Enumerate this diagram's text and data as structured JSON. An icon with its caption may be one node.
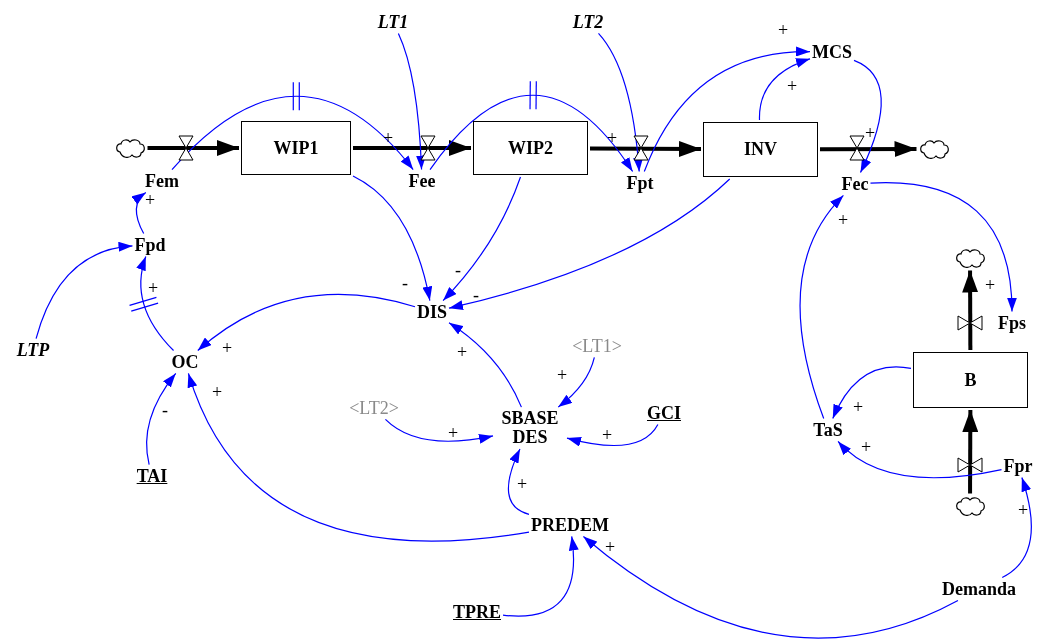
{
  "diagram": {
    "nodes": [
      {
        "text": [
          "WIP1"
        ]
      },
      {
        "text": [
          "WIP2"
        ]
      },
      {
        "text": [
          "INV"
        ]
      },
      {
        "text": [
          "B"
        ]
      },
      {
        "text": [
          "Fem"
        ]
      },
      {
        "text": [
          "Fee"
        ]
      },
      {
        "text": [
          "Fpt"
        ]
      },
      {
        "text": [
          "Fec"
        ]
      },
      {
        "text": [
          "Fps"
        ]
      },
      {
        "text": [
          "Fpr"
        ]
      },
      {
        "text": [
          "LT1"
        ]
      },
      {
        "text": [
          "LT2"
        ]
      },
      {
        "text": [
          "MCS"
        ]
      },
      {
        "text": [
          "Fpd"
        ]
      },
      {
        "text": [
          "LTP"
        ]
      },
      {
        "text": [
          "OC"
        ]
      },
      {
        "text": [
          "DIS"
        ]
      },
      {
        "text": [
          "<LT1>"
        ]
      },
      {
        "text": [
          "<LT2>"
        ]
      },
      {
        "text": [
          "SBASE DES"
        ]
      },
      {
        "text": [
          "GCI"
        ]
      },
      {
        "text": [
          "TaS"
        ]
      },
      {
        "text": [
          "TAI"
        ]
      },
      {
        "text": [
          "PREDEM"
        ]
      },
      {
        "text": [
          "TPRE"
        ]
      },
      {
        "text": [
          "Demanda"
        ]
      },
      {
        "text": [],
        "shape": "cloud"
      },
      {
        "text": [],
        "shape": "cloud"
      },
      {
        "text": [],
        "shape": "cloud"
      },
      {
        "text": [],
        "shape": "cloud"
      }
    ],
    "edges": [
      {
        "from": 26,
        "to": 0,
        "arrow": "to",
        "style": "thick",
        "color": "#000000"
      },
      {
        "from": 0,
        "to": 1,
        "arrow": "to",
        "style": "thick",
        "color": "#000000"
      },
      {
        "from": 1,
        "to": 2,
        "arrow": "to",
        "style": "thick",
        "color": "#000000"
      },
      {
        "from": 2,
        "to": 27,
        "arrow": "to",
        "style": "thick",
        "color": "#000000"
      },
      {
        "from": 3,
        "to": 28,
        "arrow": "to",
        "style": "thick",
        "color": "#000000"
      },
      {
        "from": 29,
        "to": 3,
        "arrow": "to",
        "style": "thick",
        "color": "#000000"
      },
      {
        "from": 4,
        "to": 5,
        "arrow": "to"
      },
      {
        "from": 10,
        "to": 5,
        "arrow": "to"
      },
      {
        "from": 5,
        "to": 6,
        "arrow": "to"
      },
      {
        "from": 11,
        "to": 6,
        "arrow": "to"
      },
      {
        "from": 6,
        "to": 12,
        "arrow": "to"
      },
      {
        "from": 2,
        "to": 12,
        "arrow": "to"
      },
      {
        "from": 12,
        "to": 7,
        "arrow": "to"
      },
      {
        "from": 0,
        "to": 16,
        "arrow": "to"
      },
      {
        "from": 1,
        "to": 16,
        "arrow": "to"
      },
      {
        "from": 2,
        "to": 16,
        "arrow": "to"
      },
      {
        "from": 16,
        "to": 15,
        "arrow": "to"
      },
      {
        "from": 19,
        "to": 16,
        "arrow": "to"
      },
      {
        "from": 17,
        "to": 19,
        "arrow": "to"
      },
      {
        "from": 18,
        "to": 19,
        "arrow": "to"
      },
      {
        "from": 20,
        "to": 19,
        "arrow": "to"
      },
      {
        "from": 23,
        "to": 19,
        "arrow": "to"
      },
      {
        "from": 23,
        "to": 15,
        "arrow": "to"
      },
      {
        "from": 24,
        "to": 23,
        "arrow": "to"
      },
      {
        "from": 25,
        "to": 23,
        "arrow": "to"
      },
      {
        "from": 25,
        "to": 9,
        "arrow": "to"
      },
      {
        "from": 15,
        "to": 13,
        "arrow": "to"
      },
      {
        "from": 14,
        "to": 13,
        "arrow": "to"
      },
      {
        "from": 13,
        "to": 4,
        "arrow": "to"
      },
      {
        "from": 22,
        "to": 15,
        "arrow": "to"
      },
      {
        "from": 7,
        "to": 8,
        "arrow": "to"
      },
      {
        "from": 21,
        "to": 7,
        "arrow": "to"
      },
      {
        "from": 3,
        "to": 21,
        "arrow": "to"
      },
      {
        "from": 9,
        "to": 21,
        "arrow": "to"
      }
    ],
    "labels": [
      "+",
      "+",
      "+",
      "+",
      "+",
      "+",
      "+",
      "-",
      "-",
      "+",
      "+",
      "-",
      "+",
      "+",
      "+",
      "+",
      "+",
      "-",
      "+",
      "+",
      "+",
      "+",
      "+",
      "+"
    ]
  }
}
